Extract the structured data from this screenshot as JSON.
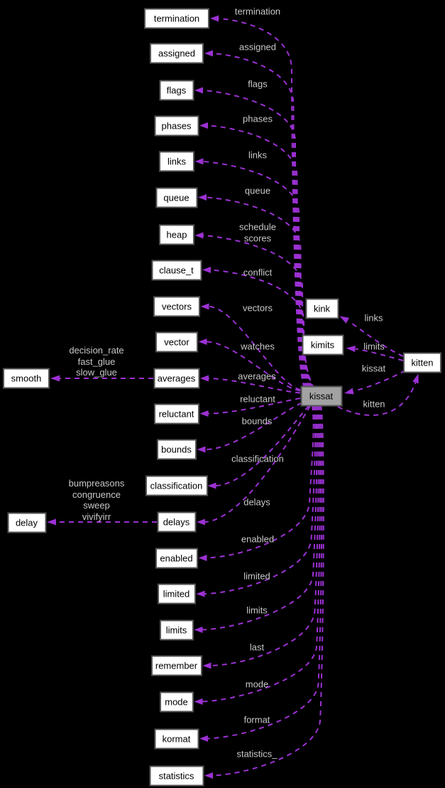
{
  "colors": {
    "background": "#000000",
    "edge": "#9c31d3",
    "edge_label": "#c8c8c8",
    "node_fill": "#ffffff",
    "node_border": "#555555",
    "node_text": "#000000",
    "main_node_fill": "#a2a2a2"
  },
  "nodes": [
    {
      "id": "termination",
      "label": "termination"
    },
    {
      "id": "assigned",
      "label": "assigned"
    },
    {
      "id": "flags",
      "label": "flags"
    },
    {
      "id": "phases",
      "label": "phases"
    },
    {
      "id": "links",
      "label": "links"
    },
    {
      "id": "queue",
      "label": "queue"
    },
    {
      "id": "heap",
      "label": "heap"
    },
    {
      "id": "clause_t",
      "label": "clause_t"
    },
    {
      "id": "vectors",
      "label": "vectors"
    },
    {
      "id": "vector",
      "label": "vector"
    },
    {
      "id": "averages",
      "label": "averages"
    },
    {
      "id": "reluctant",
      "label": "reluctant"
    },
    {
      "id": "bounds",
      "label": "bounds"
    },
    {
      "id": "classification",
      "label": "classification"
    },
    {
      "id": "delays",
      "label": "delays"
    },
    {
      "id": "enabled",
      "label": "enabled"
    },
    {
      "id": "limited",
      "label": "limited"
    },
    {
      "id": "limits",
      "label": "limits"
    },
    {
      "id": "remember",
      "label": "remember"
    },
    {
      "id": "mode",
      "label": "mode"
    },
    {
      "id": "kormat",
      "label": "kormat"
    },
    {
      "id": "statistics",
      "label": "statistics"
    },
    {
      "id": "smooth",
      "label": "smooth"
    },
    {
      "id": "delay",
      "label": "delay"
    },
    {
      "id": "kink",
      "label": "kink"
    },
    {
      "id": "kimits",
      "label": "kimits"
    },
    {
      "id": "kitten",
      "label": "kitten"
    },
    {
      "id": "kissat",
      "label": "kissat"
    }
  ],
  "edges": [
    {
      "from": "kissat",
      "to": "termination",
      "label": "termination"
    },
    {
      "from": "kissat",
      "to": "assigned",
      "label": "assigned"
    },
    {
      "from": "kissat",
      "to": "flags",
      "label": "flags"
    },
    {
      "from": "kissat",
      "to": "phases",
      "label": "phases"
    },
    {
      "from": "kissat",
      "to": "links",
      "label": "links"
    },
    {
      "from": "kissat",
      "to": "queue",
      "label": "queue"
    },
    {
      "from": "kissat",
      "to": "heap",
      "label": "schedule\nscores"
    },
    {
      "from": "kissat",
      "to": "clause_t",
      "label": "conflict"
    },
    {
      "from": "kissat",
      "to": "vectors",
      "label": "vectors"
    },
    {
      "from": "kissat",
      "to": "vector",
      "label": "watches"
    },
    {
      "from": "kissat",
      "to": "averages",
      "label": "averages"
    },
    {
      "from": "kissat",
      "to": "reluctant",
      "label": "reluctant"
    },
    {
      "from": "kissat",
      "to": "bounds",
      "label": "bounds"
    },
    {
      "from": "kissat",
      "to": "classification",
      "label": "classification"
    },
    {
      "from": "kissat",
      "to": "delays",
      "label": "delays"
    },
    {
      "from": "kissat",
      "to": "enabled",
      "label": "enabled"
    },
    {
      "from": "kissat",
      "to": "limited",
      "label": "limited"
    },
    {
      "from": "kissat",
      "to": "limits",
      "label": "limits"
    },
    {
      "from": "kissat",
      "to": "remember",
      "label": "last"
    },
    {
      "from": "kissat",
      "to": "mode",
      "label": "mode"
    },
    {
      "from": "kissat",
      "to": "kormat",
      "label": "format"
    },
    {
      "from": "kissat",
      "to": "statistics",
      "label": "statistics_"
    },
    {
      "from": "averages",
      "to": "smooth",
      "label": "decision_rate\nfast_glue\nslow_glue"
    },
    {
      "from": "delays",
      "to": "delay",
      "label": "bumpreasons\ncongruence\nsweep\nvivifyirr"
    },
    {
      "from": "kitten",
      "to": "kink",
      "label": "links"
    },
    {
      "from": "kitten",
      "to": "kimits",
      "label": "limits"
    },
    {
      "from": "kitten",
      "to": "kissat",
      "label": "kissat"
    },
    {
      "from": "kissat",
      "to": "kitten",
      "label": "kitten"
    }
  ]
}
